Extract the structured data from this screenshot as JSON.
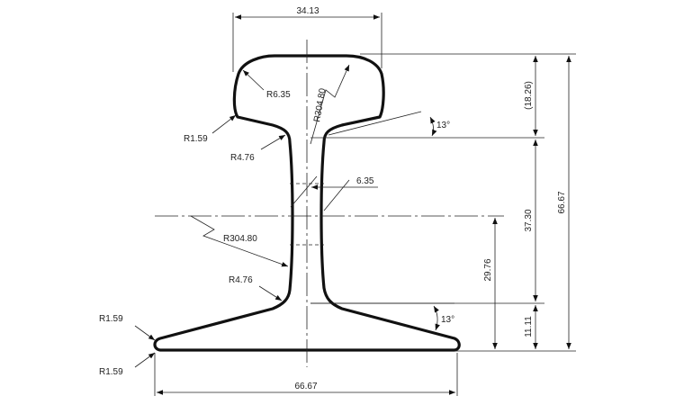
{
  "dimensions": {
    "head_width": "34.13",
    "base_width": "66.67",
    "total_height": "66.67",
    "head_depth": "(18.26)",
    "web_height": "37.30",
    "neutral_axis": "29.76",
    "base_depth": "11.11",
    "web_thickness": "6.35"
  },
  "radii": {
    "head_crown": "R304.80",
    "head_corner": "R6.35",
    "head_underside_left": "R1.59",
    "web_top_fillet": "R4.76",
    "web_curve": "R304.80",
    "web_bottom_fillet": "R4.76",
    "base_toe_top": "R1.59",
    "base_toe_bottom": "R1.59"
  },
  "angles": {
    "head_underside": "13°",
    "base_top": "13°"
  }
}
